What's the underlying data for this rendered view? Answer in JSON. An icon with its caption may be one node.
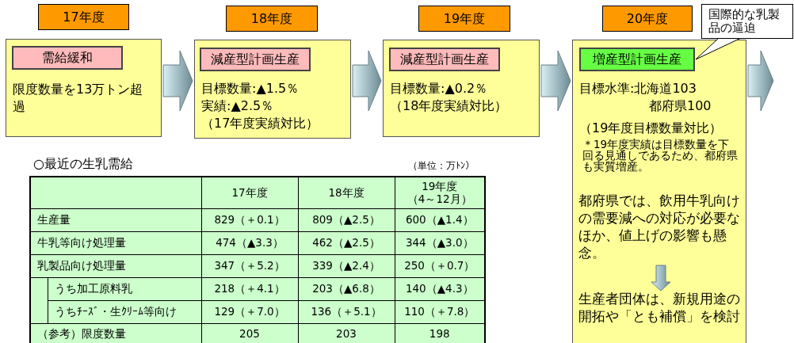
{
  "diagram": {
    "nodes": [
      {
        "text": [
          "17年度"
        ]
      },
      {
        "text": [
          "限度数量を13万トン超過"
        ]
      },
      {
        "text": [
          "需給緩和"
        ],
        "in": 1
      },
      {
        "text": [
          "18年度"
        ]
      },
      {
        "text": [
          "目標数量:▲1.5％",
          "実績:▲2.5％",
          "（17年度実績対比）"
        ]
      },
      {
        "text": [
          "減産型計画生産"
        ],
        "in": 4
      },
      {
        "text": [
          "19年度"
        ]
      },
      {
        "text": [
          "目標数量:▲0.2％",
          "（18年度実績対比）"
        ]
      },
      {
        "text": [
          "減産型計画生産"
        ],
        "in": 7
      },
      {
        "text": [
          "20年度"
        ]
      },
      {
        "text": [
          "目標水準:北海道103",
          "都府県100",
          "（19年度目標数量対比）",
          "＊19年度実績は目標数量を下回る見通しであるため、都府県も実質増産。"
        ]
      },
      {
        "text": [
          "増産型計画生産"
        ],
        "in": 10
      },
      {
        "text": [
          "都府県では、飲用牛乳向けの需要減への対応が必要なほか、値上げの影響も懸念。"
        ],
        "in": 10
      },
      {
        "text": [
          "生産者団体は、新規用途の開拓や「とも補償」を検討"
        ],
        "in": 10
      },
      {
        "text": [
          "国際的な乳製品の逼迫"
        ]
      }
    ],
    "edges": [
      {
        "from": 1,
        "to": 4,
        "arrow": "to"
      },
      {
        "from": 4,
        "to": 7,
        "arrow": "to"
      },
      {
        "from": 7,
        "to": 10,
        "arrow": "to"
      },
      {
        "from": 10,
        "to": null,
        "arrow": "to"
      },
      {
        "from": 12,
        "to": 13,
        "arrow": "to"
      },
      {
        "from": 14,
        "to": 11,
        "arrow": "none"
      }
    ],
    "labels": [
      "○最近の生乳需給",
      "（単位：万ﾄﾝ）",
      "17年度",
      "18年度",
      "19年度",
      "（4～12月）",
      "生産量",
      "829（＋0.1）",
      "809（▲2.5）",
      "600（▲1.4）",
      "牛乳等向け処理量",
      "474（▲3.3）",
      "462（▲2.5）",
      "344（▲3.0）",
      "乳製品向け処理量",
      "347（＋5.2）",
      "339（▲2.4）",
      "250（＋0.7）",
      "うち加工原料乳",
      "218（＋4.1）",
      "203（▲6.8）",
      "140（▲4.3）",
      "うちﾁｰｽﾞ・生ｸﾘｰﾑ等向け",
      "129（＋7.0）",
      "136（＋5.1）",
      "110（＋7.8）",
      "（参考）限度数量",
      "205",
      "203",
      "198"
    ]
  }
}
